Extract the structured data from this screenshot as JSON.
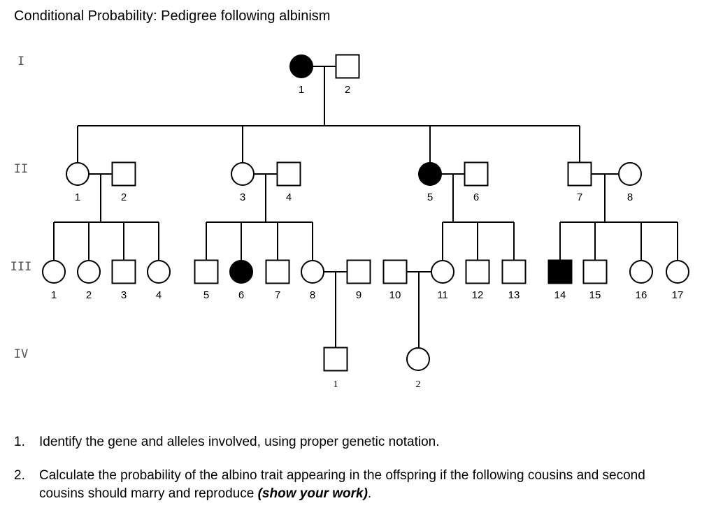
{
  "title": "Conditional Probability:  Pedigree following albinism",
  "generations": [
    {
      "numeral": "I",
      "members": [
        "1",
        "2"
      ]
    },
    {
      "numeral": "II",
      "members": [
        "1",
        "2",
        "3",
        "4",
        "5",
        "6",
        "7",
        "8"
      ]
    },
    {
      "numeral": "III",
      "members": [
        "1",
        "2",
        "3",
        "4",
        "5",
        "6",
        "7",
        "8",
        "9",
        "10",
        "11",
        "12",
        "13",
        "14",
        "15",
        "16",
        "17"
      ]
    },
    {
      "numeral": "IV",
      "members": [
        "1",
        "2"
      ]
    }
  ],
  "individuals": [
    {
      "id": "I-1",
      "gen": "I",
      "label": "1",
      "sex": "female",
      "affected": true
    },
    {
      "id": "I-2",
      "gen": "I",
      "label": "2",
      "sex": "male",
      "affected": false
    },
    {
      "id": "II-1",
      "gen": "II",
      "label": "1",
      "sex": "female",
      "affected": false
    },
    {
      "id": "II-2",
      "gen": "II",
      "label": "2",
      "sex": "male",
      "affected": false
    },
    {
      "id": "II-3",
      "gen": "II",
      "label": "3",
      "sex": "female",
      "affected": false
    },
    {
      "id": "II-4",
      "gen": "II",
      "label": "4",
      "sex": "male",
      "affected": false
    },
    {
      "id": "II-5",
      "gen": "II",
      "label": "5",
      "sex": "female",
      "affected": true
    },
    {
      "id": "II-6",
      "gen": "II",
      "label": "6",
      "sex": "male",
      "affected": false
    },
    {
      "id": "II-7",
      "gen": "II",
      "label": "7",
      "sex": "male",
      "affected": false
    },
    {
      "id": "II-8",
      "gen": "II",
      "label": "8",
      "sex": "female",
      "affected": false
    },
    {
      "id": "III-1",
      "gen": "III",
      "label": "1",
      "sex": "female",
      "affected": false
    },
    {
      "id": "III-2",
      "gen": "III",
      "label": "2",
      "sex": "female",
      "affected": false
    },
    {
      "id": "III-3",
      "gen": "III",
      "label": "3",
      "sex": "male",
      "affected": false
    },
    {
      "id": "III-4",
      "gen": "III",
      "label": "4",
      "sex": "female",
      "affected": false
    },
    {
      "id": "III-5",
      "gen": "III",
      "label": "5",
      "sex": "male",
      "affected": false
    },
    {
      "id": "III-6",
      "gen": "III",
      "label": "6",
      "sex": "female",
      "affected": true
    },
    {
      "id": "III-7",
      "gen": "III",
      "label": "7",
      "sex": "male",
      "affected": false
    },
    {
      "id": "III-8",
      "gen": "III",
      "label": "8",
      "sex": "female",
      "affected": false
    },
    {
      "id": "III-9",
      "gen": "III",
      "label": "9",
      "sex": "male",
      "affected": false
    },
    {
      "id": "III-10",
      "gen": "III",
      "label": "10",
      "sex": "male",
      "affected": false
    },
    {
      "id": "III-11",
      "gen": "III",
      "label": "11",
      "sex": "female",
      "affected": false
    },
    {
      "id": "III-12",
      "gen": "III",
      "label": "12",
      "sex": "male",
      "affected": false
    },
    {
      "id": "III-13",
      "gen": "III",
      "label": "13",
      "sex": "male",
      "affected": false
    },
    {
      "id": "III-14",
      "gen": "III",
      "label": "14",
      "sex": "male",
      "affected": true
    },
    {
      "id": "III-15",
      "gen": "III",
      "label": "15",
      "sex": "male",
      "affected": false
    },
    {
      "id": "III-16",
      "gen": "III",
      "label": "16",
      "sex": "female",
      "affected": false
    },
    {
      "id": "III-17",
      "gen": "III",
      "label": "17",
      "sex": "female",
      "affected": false
    },
    {
      "id": "IV-1",
      "gen": "IV",
      "label": "1",
      "sex": "male",
      "affected": false
    },
    {
      "id": "IV-2",
      "gen": "IV",
      "label": "2",
      "sex": "female",
      "affected": false
    }
  ],
  "matings": [
    {
      "partners": [
        "I-1",
        "I-2"
      ],
      "children": [
        "II-1",
        "II-3",
        "II-5",
        "II-7"
      ]
    },
    {
      "partners": [
        "II-1",
        "II-2"
      ],
      "children": [
        "III-1",
        "III-2",
        "III-3",
        "III-4"
      ]
    },
    {
      "partners": [
        "II-3",
        "II-4"
      ],
      "children": [
        "III-5",
        "III-6",
        "III-7",
        "III-8"
      ]
    },
    {
      "partners": [
        "II-5",
        "II-6"
      ],
      "children": [
        "III-11",
        "III-12",
        "III-13"
      ]
    },
    {
      "partners": [
        "II-7",
        "II-8"
      ],
      "children": [
        "III-14",
        "III-15",
        "III-16",
        "III-17"
      ]
    },
    {
      "partners": [
        "III-8",
        "III-9"
      ],
      "children": [
        "IV-1"
      ]
    },
    {
      "partners": [
        "III-10",
        "III-11"
      ],
      "children": [
        "IV-2"
      ]
    }
  ],
  "questions": [
    {
      "number": "1.",
      "text": "Identify the gene and alleles involved, using proper genetic notation.",
      "emphasis": ""
    },
    {
      "number": "2.",
      "text": "Calculate the probability of the albino trait appearing in the offspring if the following cousins and second cousins should marry and reproduce ",
      "emphasis": "(show your work)",
      "suffix": "."
    }
  ],
  "colors": {
    "affected": "#000000",
    "unaffected": "#ffffff",
    "line": "#000000",
    "label": "#000000",
    "numeral": "#555555"
  }
}
